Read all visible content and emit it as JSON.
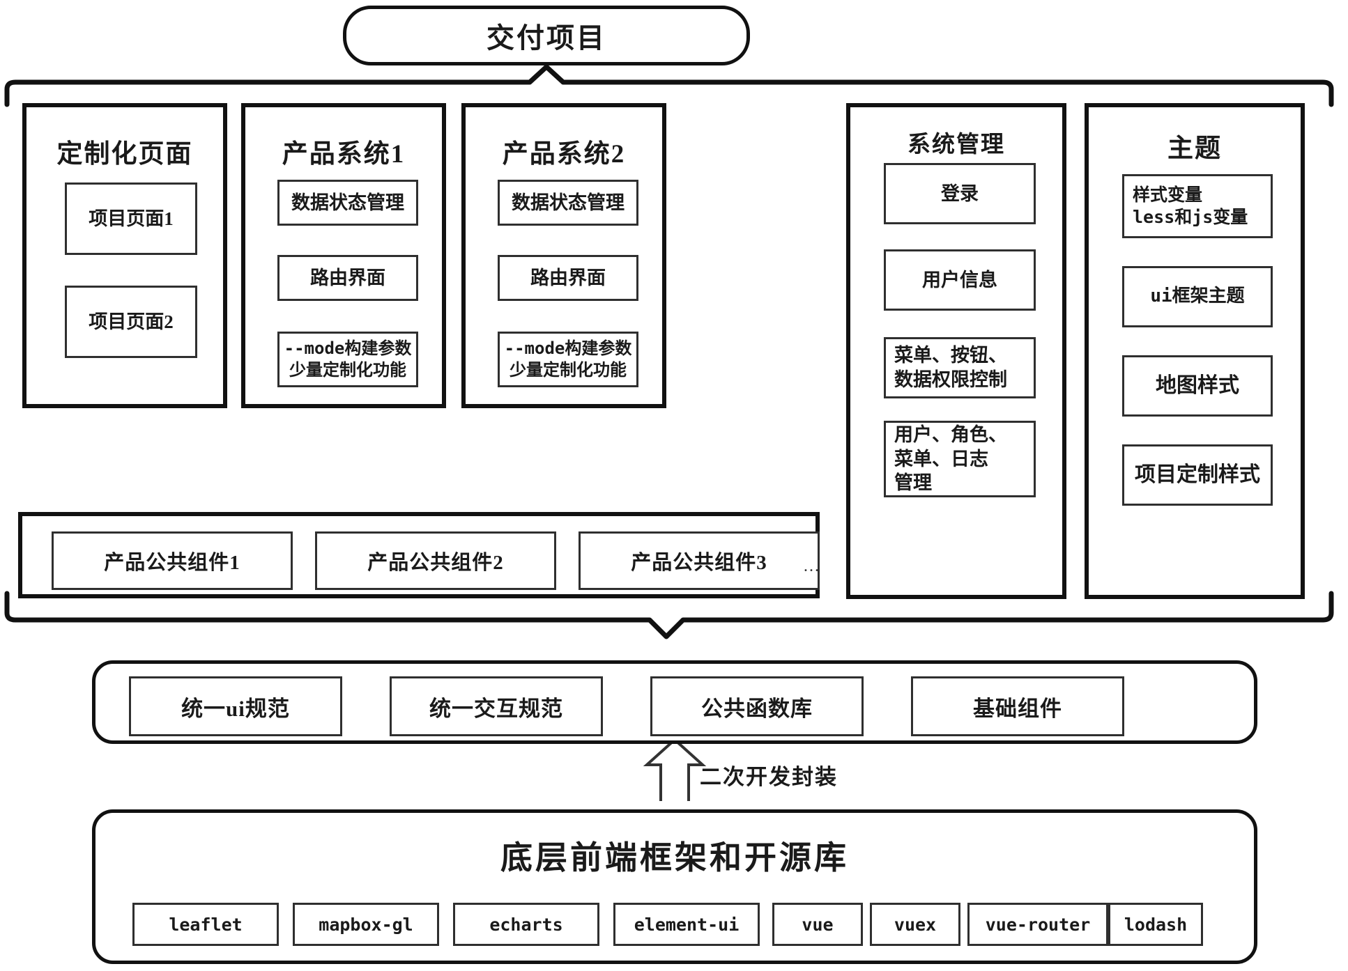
{
  "diagram": {
    "top_node": {
      "label": "交付项目"
    },
    "columns": [
      {
        "title": "定制化页面",
        "items": [
          {
            "label": "项目页面1",
            "style": "serif"
          },
          {
            "label": "项目页面2",
            "style": "serif"
          }
        ]
      },
      {
        "title": "产品系统1",
        "items": [
          {
            "label": "数据状态管理",
            "style": "serif"
          },
          {
            "label": "路由界面",
            "style": "serif"
          },
          {
            "label": "--mode构建参数\n少量定制化功能",
            "style": "mono"
          }
        ]
      },
      {
        "title": "产品系统2",
        "items": [
          {
            "label": "数据状态管理",
            "style": "serif"
          },
          {
            "label": "路由界面",
            "style": "serif"
          },
          {
            "label": "--mode构建参数\n少量定制化功能",
            "style": "mono"
          }
        ]
      },
      {
        "title": "系统管理",
        "items": [
          {
            "label": "登录",
            "style": "serif"
          },
          {
            "label": "用户信息",
            "style": "serif"
          },
          {
            "label": "菜单、按钮、\n数据权限控制",
            "style": "serif-left"
          },
          {
            "label": "用户、角色、\n菜单、日志\n管理",
            "style": "serif-left"
          }
        ]
      },
      {
        "title": "主题",
        "items": [
          {
            "label": "样式变量\nless和js变量",
            "style": "mono-left"
          },
          {
            "label": "ui框架主题",
            "style": "mono"
          },
          {
            "label": "地图样式",
            "style": "serif"
          },
          {
            "label": "项目定制样式",
            "style": "serif"
          }
        ]
      }
    ],
    "common_components": {
      "items": [
        "产品公共组件1",
        "产品公共组件2",
        "产品公共组件3"
      ],
      "ellipsis": "…"
    },
    "middle_layer": {
      "items": [
        "统一ui规范",
        "统一交互规范",
        "公共函数库",
        "基础组件"
      ]
    },
    "arrow": {
      "label": "二次开发封装"
    },
    "bottom_layer": {
      "title": "底层前端框架和开源库",
      "libraries": [
        "leaflet",
        "mapbox-gl",
        "echarts",
        "element-ui",
        "vue",
        "vuex",
        "vue-router",
        "lodash"
      ]
    }
  }
}
